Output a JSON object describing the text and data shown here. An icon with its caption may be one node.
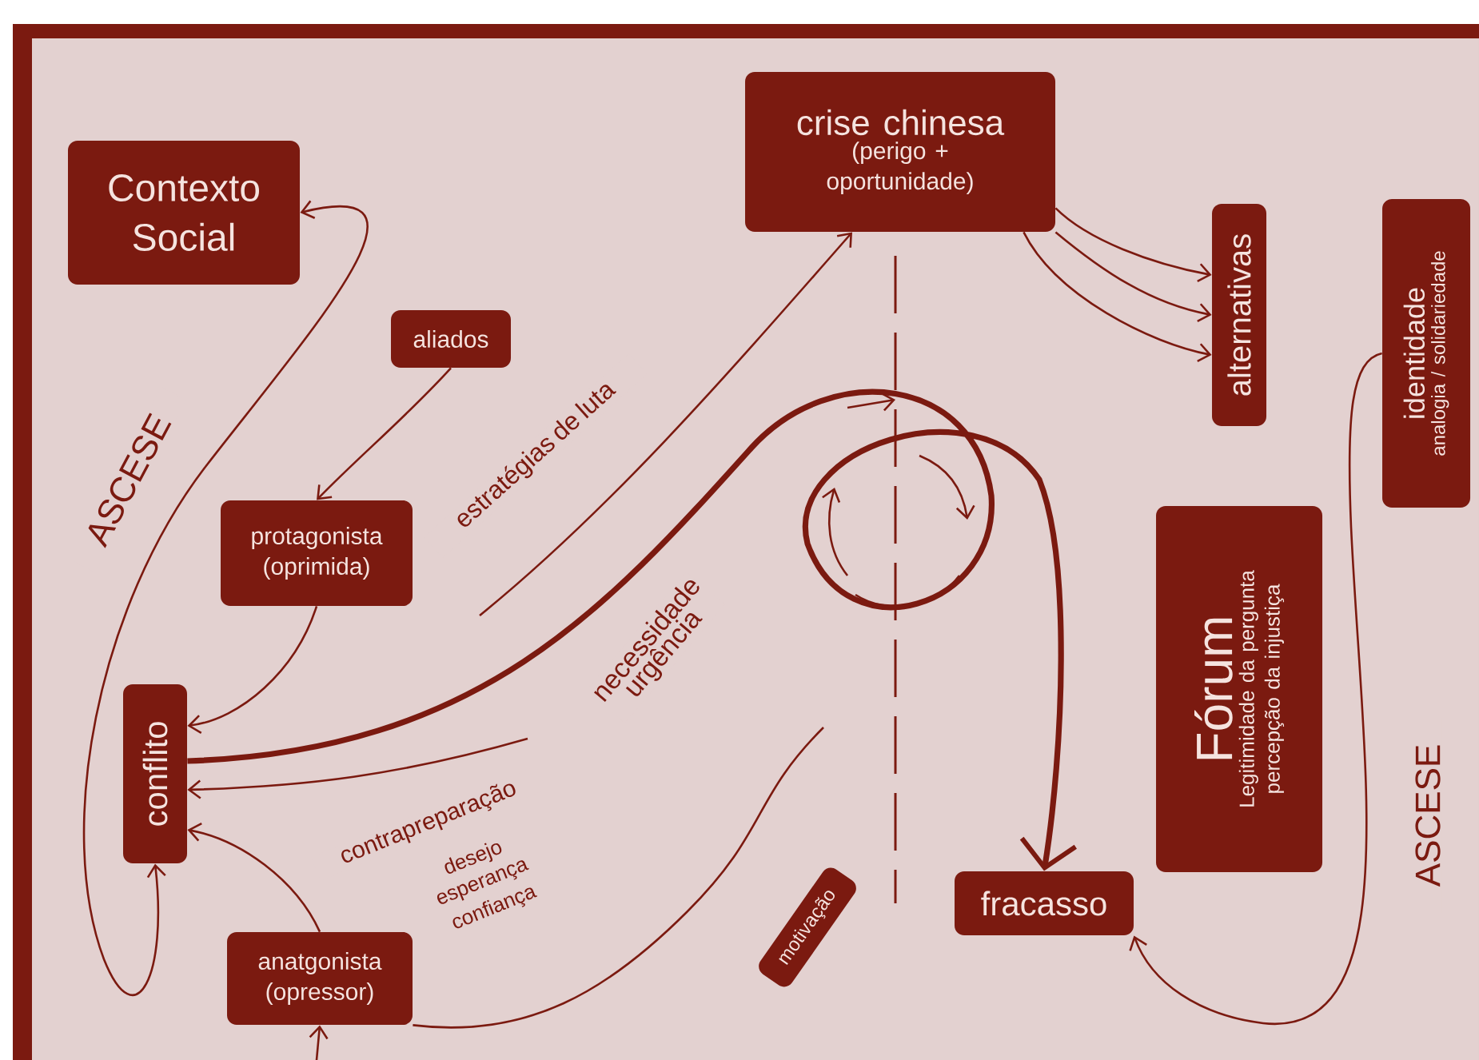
{
  "diagram": {
    "nodes": [
      {
        "text": [
          "Contexto Social"
        ]
      },
      {
        "text": [
          "aliados"
        ]
      },
      {
        "text": [
          "protagonista (oprimida)"
        ]
      },
      {
        "text": [
          "conflito"
        ]
      },
      {
        "text": [
          "anatgonista (opressor)"
        ]
      },
      {
        "text": [
          "crise chinesa",
          "(perigo + oportunidade)"
        ]
      },
      {
        "text": [
          "alternativas"
        ]
      },
      {
        "text": [
          "identidade",
          "analogia / solidariedade"
        ]
      },
      {
        "text": [
          "Fórum",
          "Legitimidade da pergunta percepção da injustiça"
        ]
      },
      {
        "text": [
          "fracasso"
        ]
      },
      {
        "text": [
          "motivação"
        ]
      }
    ],
    "edges": [
      {
        "from": 3,
        "to": 0,
        "arrow": "both",
        "label": "ASCESE"
      },
      {
        "from": 1,
        "to": 2,
        "arrow": "to"
      },
      {
        "from": 2,
        "to": 3,
        "arrow": "to"
      },
      {
        "from": 4,
        "to": 3,
        "arrow": "to"
      },
      {
        "from": 3,
        "to": 9,
        "arrow": "to",
        "style": "thick",
        "label": "necessidade urgência"
      },
      {
        "from": null,
        "to": 5,
        "arrow": "to",
        "label": "estratégias de luta"
      },
      {
        "from": null,
        "to": 3,
        "arrow": "to",
        "label": "contrapreparação"
      },
      {
        "from": 5,
        "to": 6,
        "arrow": "to"
      },
      {
        "from": 5,
        "to": 6,
        "arrow": "to"
      },
      {
        "from": 5,
        "to": 6,
        "arrow": "to"
      },
      {
        "from": 4,
        "to": null,
        "arrow": "none"
      },
      {
        "from": 7,
        "to": 9,
        "arrow": "to",
        "label": "ASCESE"
      },
      {
        "from": null,
        "to": 4,
        "arrow": "to"
      }
    ],
    "labels": [
      "desejo",
      "esperança",
      "confiança"
    ]
  }
}
